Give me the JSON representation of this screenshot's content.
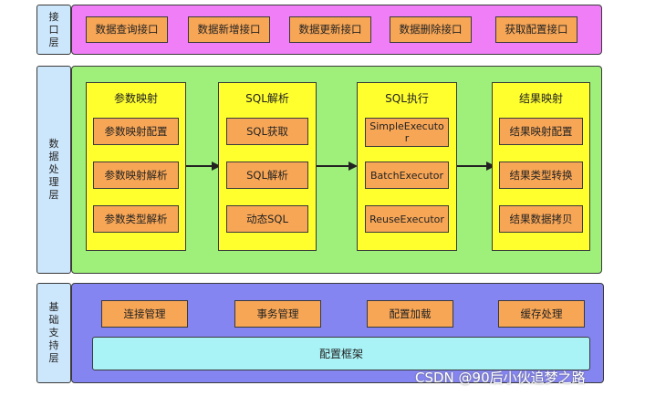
{
  "interface_layer": {
    "label": "接口层",
    "items": [
      "数据查询接口",
      "数据新增接口",
      "数据更新接口",
      "数据删除接口",
      "获取配置接口"
    ]
  },
  "processing_layer": {
    "label": "数据处理层",
    "groups": [
      {
        "title": "参数映射",
        "items": [
          "参数映射配置",
          "参数映射解析",
          "参数类型解析"
        ]
      },
      {
        "title": "SQL解析",
        "items": [
          "SQL获取",
          "SQL解析",
          "动态SQL"
        ]
      },
      {
        "title": "SQL执行",
        "items": [
          "SimpleExecutor",
          "BatchExecutor",
          "ReuseExecutor"
        ]
      },
      {
        "title": "结果映射",
        "items": [
          "结果映射配置",
          "结果类型转换",
          "结果数据拷贝"
        ]
      }
    ]
  },
  "support_layer": {
    "label": "基础支持层",
    "items": [
      "连接管理",
      "事务管理",
      "配置加载",
      "缓存处理"
    ],
    "framework": "配置框架"
  },
  "watermark": "CSDN @90后小伙追梦之路",
  "colors": {
    "interface_panel": "#f07ef7",
    "processing_panel": "#9ef07a",
    "support_panel": "#8585f2",
    "layer_label": "#cce6fb",
    "group": "#ffff2e",
    "item": "#f7a656",
    "framework": "#a9f3f6"
  }
}
